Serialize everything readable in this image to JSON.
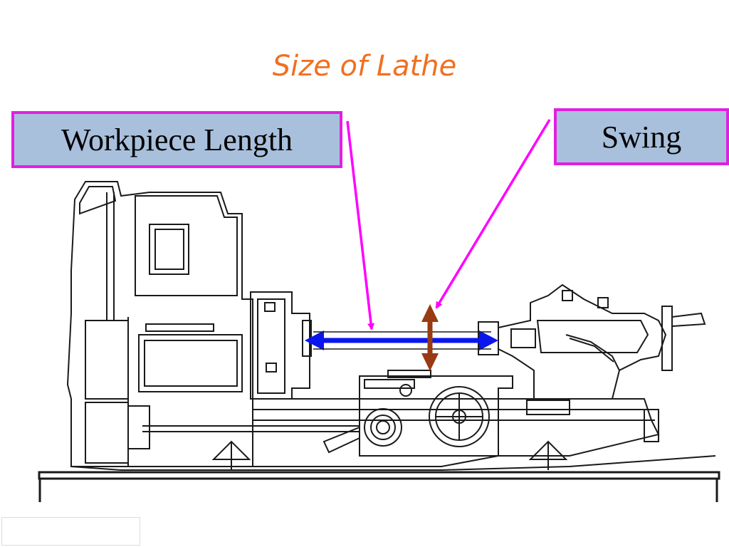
{
  "title": "Size of Lathe",
  "labels": {
    "workpiece_length": "Workpiece Length",
    "swing": "Swing"
  },
  "colors": {
    "title": "#f07020",
    "label_border": "#e020e0",
    "label_fill": "#a9c0dc",
    "pointer": "#ff00ff",
    "length_arrow": "#0b16ee",
    "swing_arrow": "#983a12",
    "line": "#1a1a1a"
  },
  "icons": [
    "lathe-drawing",
    "length-arrow-icon",
    "swing-arrow-icon"
  ]
}
